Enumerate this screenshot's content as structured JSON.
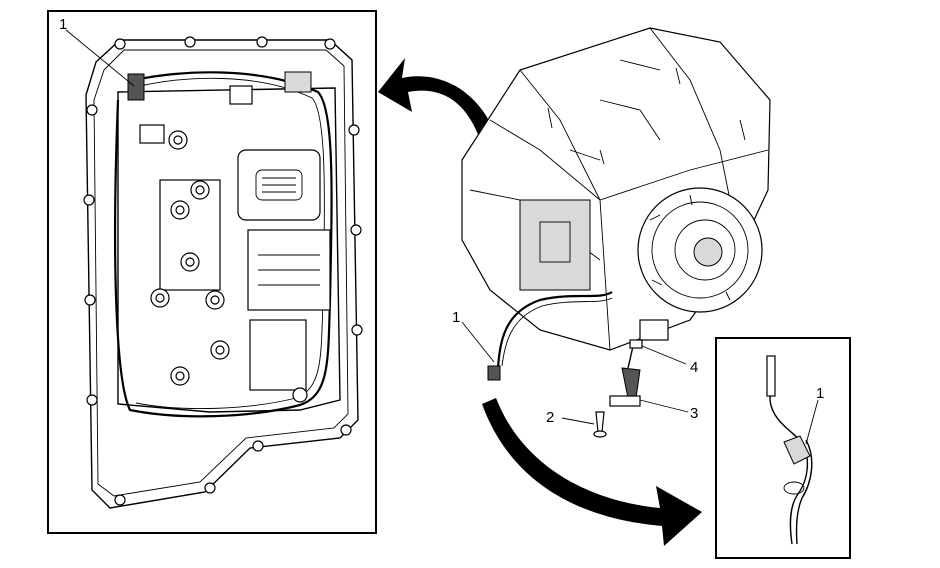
{
  "callouts": {
    "valve_body_wire_clip": "1",
    "harness_clip": "1",
    "bolt": "2",
    "sensor": "3",
    "seal": "4",
    "detail_clip": "1"
  },
  "colors": {
    "ink": "#000000",
    "paper": "#ffffff",
    "shade": "#d9d9d9"
  }
}
